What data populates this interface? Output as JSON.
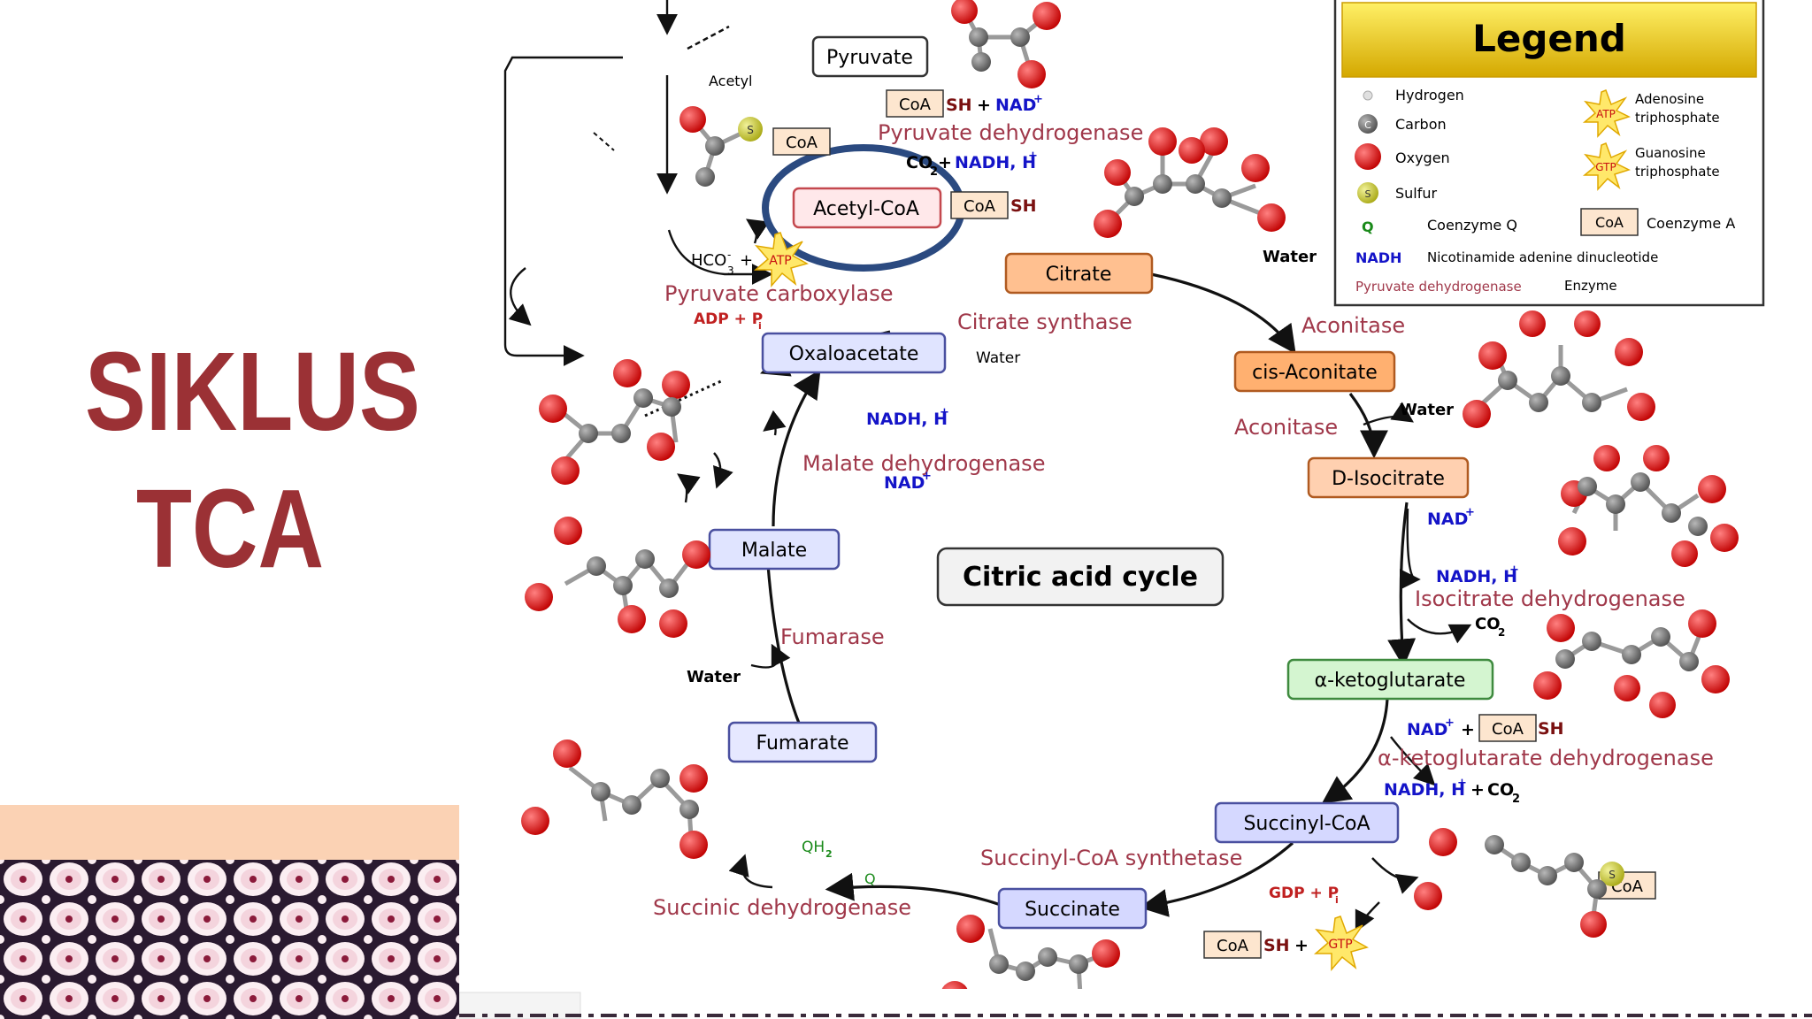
{
  "slide": {
    "title_line1": "SIKLUS",
    "title_line2": "TCA"
  },
  "colors": {
    "title": "#9b3135",
    "peach_strip": "#fbd2b4",
    "enzyme_text": "#a0384a",
    "nadh_text": "#1414c8",
    "coq_text": "#1a8a1a",
    "highlight_ring": "#2b4a80",
    "oxygen": "#d7191c",
    "carbon": "#6e6e6e"
  },
  "diagram": {
    "center_label": "Citric acid cycle",
    "metabolites": {
      "pyruvate": "Pyruvate",
      "acetyl_coa": "Acetyl-CoA",
      "citrate": "Citrate",
      "cis_aconitate": "cis-Aconitate",
      "d_isocitrate": "D-Isocitrate",
      "alpha_ketoglutarate": "α-ketoglutarate",
      "succinyl_coa": "Succinyl-CoA",
      "succinate": "Succinate",
      "fumarate": "Fumarate",
      "malate": "Malate",
      "oxaloacetate": "Oxaloacetate"
    },
    "enzymes": {
      "pyruvate_dehydrogenase": "Pyruvate dehydrogenase",
      "pyruvate_carboxylase": "Pyruvate carboxylase",
      "citrate_synthase": "Citrate synthase",
      "aconitase_1": "Aconitase",
      "aconitase_2": "Aconitase",
      "isocitrate_dehydrogenase": "Isocitrate dehydrogenase",
      "akg_dehydrogenase": "α-ketoglutarate dehydrogenase",
      "succinyl_coa_synthetase": "Succinyl-CoA synthetase",
      "succinic_dehydrogenase": "Succinic dehydrogenase",
      "fumarase": "Fumarase",
      "malate_dehydrogenase": "Malate dehydrogenase"
    },
    "cofactors": {
      "acetyl": "Acetyl",
      "coa": "CoA",
      "sh": "SH",
      "plus": "+",
      "nad": "NAD",
      "sup_plus": "+",
      "nadh_h": "NADH, H",
      "co": "CO",
      "sub_2": "2",
      "hco": "HCO",
      "sub_3": "3",
      "sup_minus": "-",
      "adp_pi": "ADP + P",
      "sub_i": "i",
      "water": "Water",
      "gdp_pi": "GDP + P",
      "q": "Q",
      "qh": "QH",
      "atp": "ATP",
      "gtp": "GTP",
      "s": "S"
    }
  },
  "legend": {
    "title": "Legend",
    "items": {
      "hydrogen": "Hydrogen",
      "carbon": "Carbon",
      "oxygen": "Oxygen",
      "sulfur": "Sulfur",
      "q_symbol": "Q",
      "coenzyme_q": "Coenzyme Q",
      "nadh_symbol": "NADH",
      "nadh_desc": "Nicotinamide adenine dinucleotide",
      "enzyme_example": "Pyruvate dehydrogenase",
      "enzyme_desc": "Enzyme",
      "atp_symbol": "ATP",
      "atp_desc_1": "Adenosine",
      "atp_desc_2": "triphosphate",
      "gtp_symbol": "GTP",
      "gtp_desc_1": "Guanosine",
      "gtp_desc_2": "triphosphate",
      "coa_symbol": "CoA",
      "coa_desc": "Coenzyme A",
      "c_symbol": "C",
      "s_symbol": "S"
    }
  }
}
